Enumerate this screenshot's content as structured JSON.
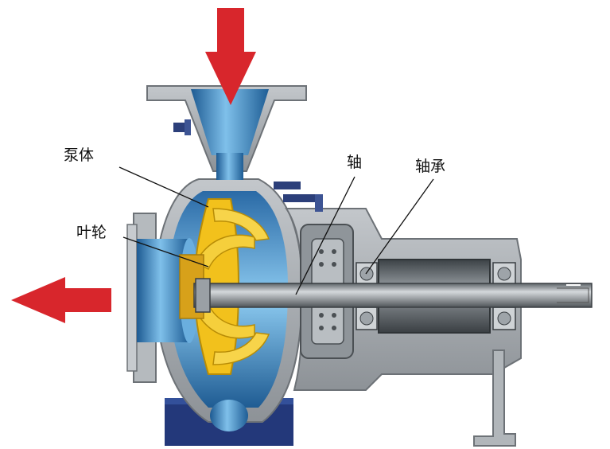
{
  "labels": {
    "pump_body": "泵体",
    "impeller": "叶轮",
    "shaft": "轴",
    "bearing": "轴承"
  },
  "colors": {
    "inflow_arrow": "#d8262c",
    "outflow_arrow": "#d8262c",
    "casing": "#a6abb0",
    "fluid": "#2f7fb8",
    "impeller": "#f2c11c",
    "shaft": "#7c8287",
    "base": "#23387a"
  },
  "flow": {
    "inlet": "top",
    "outlet": "left"
  }
}
